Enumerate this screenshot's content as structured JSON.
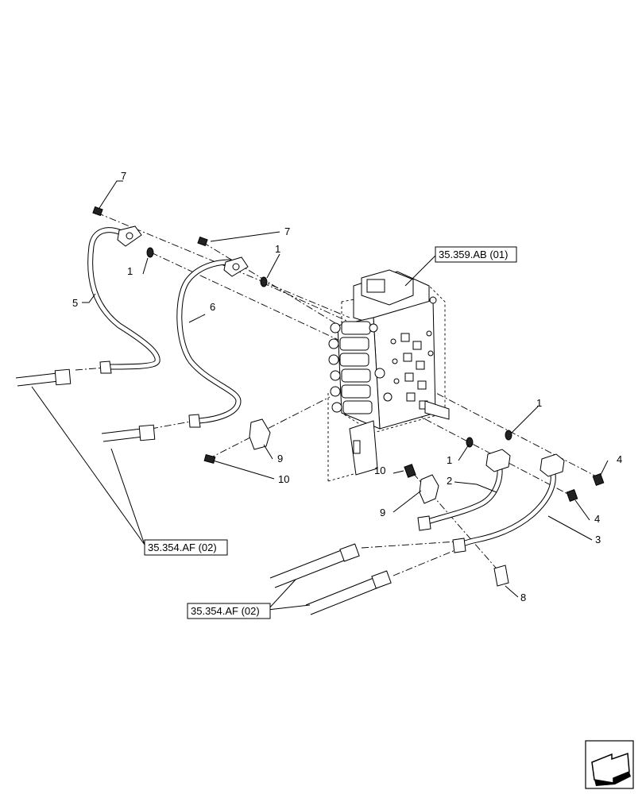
{
  "references": {
    "valve_ref": "35.359.AB (01)",
    "hose_ref_upper": "35.354.AF (02)",
    "hose_ref_lower": "35.354.AF (02)"
  },
  "callouts": {
    "c7_top": "7",
    "c7_mid": "7",
    "c1_left": "1",
    "c1_mid": "1",
    "c5": "5",
    "c6": "6",
    "c9_left": "9",
    "c10_left": "10",
    "c1_right_top": "1",
    "c1_right_low": "1",
    "c2": "2",
    "c4_top": "4",
    "c4_low": "4",
    "c10_mid": "10",
    "c9_mid": "9",
    "c3": "3",
    "c8": "8"
  },
  "icons": {
    "nav": "direction-arrow-icon"
  }
}
